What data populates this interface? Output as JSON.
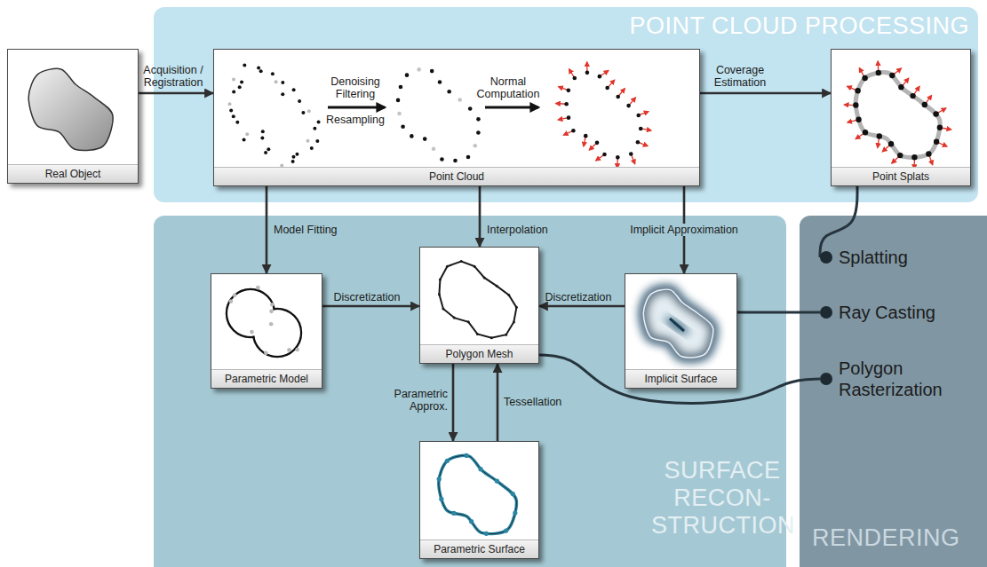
{
  "diagram": {
    "nodes": [
      {
        "text": [
          "Real Object"
        ]
      },
      {
        "text": [
          "POINT CLOUD PROCESSING"
        ]
      },
      {
        "text": [
          "Point Cloud"
        ],
        "in": 1
      },
      {
        "text": [
          "Point Splats"
        ],
        "in": 1
      },
      {
        "text": [
          "SURFACE RECON- STRUCTION"
        ]
      },
      {
        "text": [
          "Parametric Model"
        ],
        "in": 4
      },
      {
        "text": [
          "Polygon Mesh"
        ],
        "in": 4
      },
      {
        "text": [
          "Implicit Surface"
        ],
        "in": 4
      },
      {
        "text": [
          "Parametric Surface"
        ],
        "in": 4
      },
      {
        "text": [
          "RENDERING"
        ]
      },
      {
        "text": [
          "Splatting"
        ],
        "in": 9
      },
      {
        "text": [
          "Ray Casting"
        ],
        "in": 9
      },
      {
        "text": [
          "Polygon Rasterization"
        ],
        "in": 9
      }
    ],
    "edges": [
      {
        "from": 0,
        "to": 2,
        "arrow": "to",
        "label": "Acquisition / Registration"
      },
      {
        "from": 2,
        "to": 3,
        "arrow": "to",
        "label": "Coverage Estimation"
      },
      {
        "from": 2,
        "to": 5,
        "arrow": "to",
        "label": "Model Fitting"
      },
      {
        "from": 2,
        "to": 6,
        "arrow": "to",
        "label": "Interpolation"
      },
      {
        "from": 2,
        "to": 7,
        "arrow": "to",
        "label": "Implicit Approximation"
      },
      {
        "from": 5,
        "to": 6,
        "arrow": "to",
        "label": "Discretization"
      },
      {
        "from": 7,
        "to": 6,
        "arrow": "to",
        "label": "Discretization"
      },
      {
        "from": 6,
        "to": 8,
        "arrow": "to",
        "label": "Parametric Approx."
      },
      {
        "from": 8,
        "to": 6,
        "arrow": "to",
        "label": "Tessellation"
      },
      {
        "from": 3,
        "to": 10,
        "arrow": "none"
      },
      {
        "from": 7,
        "to": 11,
        "arrow": "none"
      },
      {
        "from": 6,
        "to": 12,
        "arrow": "none"
      }
    ],
    "labels": [
      "Denoising Filtering",
      "Resampling",
      "Normal Computation"
    ]
  }
}
